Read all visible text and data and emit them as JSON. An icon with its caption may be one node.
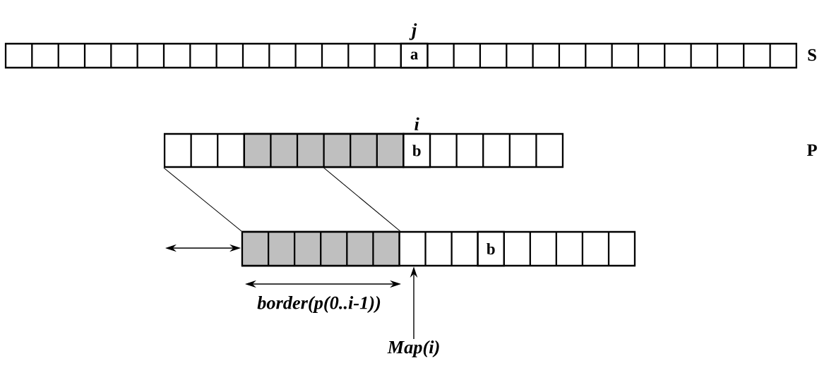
{
  "diagram": {
    "nodes": [
      {
        "text": [],
        "shape": "bar"
      },
      {
        "text": [
          "a"
        ],
        "in": 0,
        "beside": [
          "j"
        ]
      },
      {
        "text": [],
        "shape": "bar"
      },
      {
        "text": [],
        "shape": "bar",
        "in": 2
      },
      {
        "text": [
          "b"
        ],
        "in": 2,
        "beside": [
          "i"
        ]
      },
      {
        "text": [],
        "shape": "bar"
      },
      {
        "text": [],
        "shape": "bar",
        "in": 5
      },
      {
        "text": [
          "b"
        ],
        "in": 5
      },
      {
        "text": [
          "Map(i)"
        ]
      }
    ],
    "edges": [
      {
        "from": 2,
        "to": 6,
        "arrow": "none"
      },
      {
        "from": 3,
        "to": 6,
        "arrow": "none"
      },
      {
        "from": 8,
        "to": 5,
        "arrow": "to"
      }
    ],
    "labels": [
      "S",
      "P",
      "border(p(0..i-1))"
    ]
  }
}
